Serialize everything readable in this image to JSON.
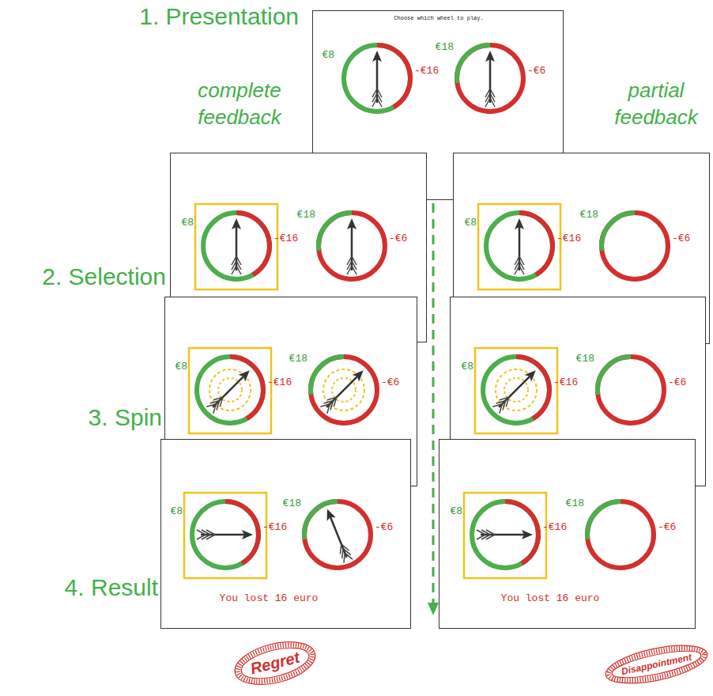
{
  "diagram": {
    "nodes": [
      {
        "text": [
          "Choose which wheel to play.",
          "€8",
          "-€16",
          "€18",
          "-€6"
        ]
      },
      {
        "text": [
          "€8",
          "-€16",
          "€18",
          "-€6"
        ]
      },
      {
        "text": [
          "€8",
          "-€16",
          "€18",
          "-€6"
        ]
      },
      {
        "text": [
          "€8",
          "-€16",
          "€18",
          "-€6"
        ]
      },
      {
        "text": [
          "€8",
          "-€16",
          "€18",
          "-€6"
        ]
      },
      {
        "text": [
          "€8",
          "-€16",
          "€18",
          "-€6",
          "You lost 16 euro"
        ]
      },
      {
        "text": [
          "€8",
          "-€16",
          "€18",
          "-€6",
          "You lost 16 euro"
        ]
      },
      {
        "text": [
          "Regret"
        ]
      },
      {
        "text": [
          "Disappointment"
        ]
      }
    ],
    "labels": [
      "1. Presentation",
      "complete feedback",
      "partial feedback",
      "2. Selection",
      "3. Spin",
      "4. Result"
    ]
  }
}
